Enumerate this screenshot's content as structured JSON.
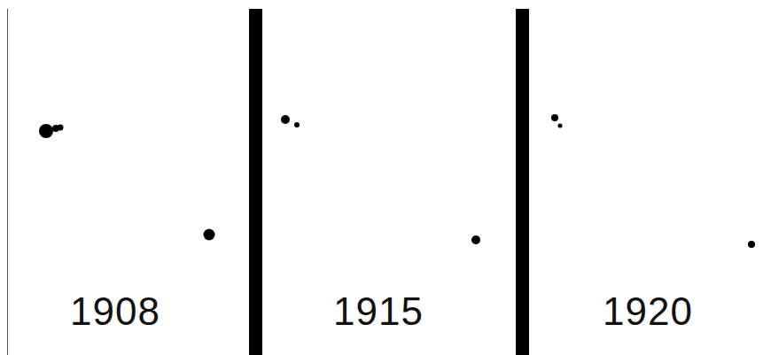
{
  "diagram": {
    "labels": [
      "1908",
      "1915",
      "1920"
    ]
  }
}
